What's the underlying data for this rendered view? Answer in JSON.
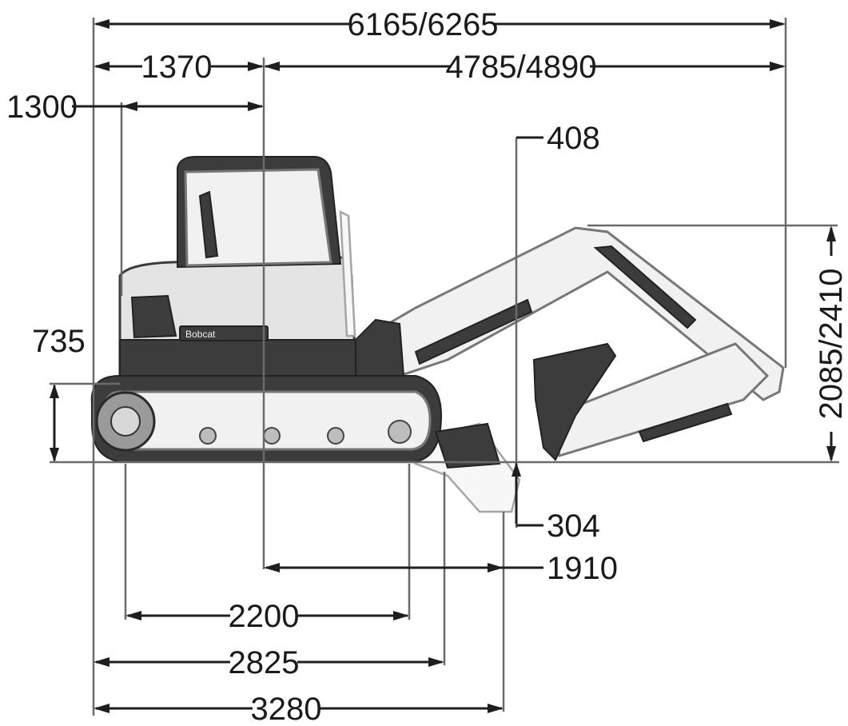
{
  "dimensions": {
    "overall_length": "6165/6265",
    "rear_to_swing_center": "1370",
    "swing_center_to_front": "4785/4890",
    "rear_swing_radius": "1300",
    "blade_height_above": "408",
    "arm_height": "2085/2410",
    "counterweight_clearance": "735",
    "blade_depth_below": "304",
    "swing_center_to_blade": "1910",
    "track_ground_length": "2200",
    "track_length": "2825",
    "length_with_blade": "3280"
  },
  "machine_label": "Bobcat",
  "colors": {
    "line": "#1e1e1e",
    "machine_body": "#e4e4e4",
    "machine_dark": "#3c3c3c"
  }
}
